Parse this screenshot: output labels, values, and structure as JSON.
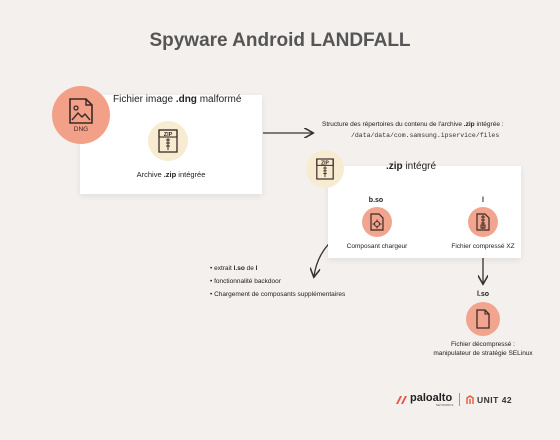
{
  "title": "Spyware Android LANDFALL",
  "card1": {
    "heading_pre": "Fichier image ",
    "heading_bold": ".dng",
    "heading_post": " malformé",
    "dng_label": "DNG",
    "zip_icon_label": "ZIP",
    "archive_pre": "Archive ",
    "archive_bold": ".zip",
    "archive_post": " intégrée"
  },
  "structure": {
    "line1_pre": "Structure des répertoires du contenu de l'archive ",
    "line1_bold": ".zip",
    "line1_post": " intégrée :",
    "path": "/data/data/com.samsung.ipservice/files"
  },
  "card2": {
    "zip_icon_label": "ZIP",
    "heading_bold": ".zip",
    "heading_post": " intégré",
    "bso_name": "b.so",
    "bso_desc": "Composant chargeur",
    "l_name": "l",
    "l_desc": "Fichier compressé XZ"
  },
  "bullets": {
    "item1_pre": "extrait ",
    "item1_bold": "l.so",
    "item1_mid": " de ",
    "item1_bold2": "l",
    "item2": "fonctionnalité backdoor",
    "item3": "Chargement de composants supplémentaires"
  },
  "lso": {
    "name": "l.so",
    "desc_line1": "Fichier décompressé :",
    "desc_line2": "manipulateur de stratégie SELinux"
  },
  "footer": {
    "brand1": "paloalto",
    "brand1_sub": "NETWORKS",
    "brand2": "UNIT 42"
  },
  "colors": {
    "salmon": "#f3a088",
    "cream": "#f7ecd2",
    "accent": "#e8543a"
  },
  "icons": [
    "image-file-icon",
    "zip-file-icon",
    "loader-file-icon",
    "compressed-file-icon",
    "document-icon",
    "paloalto-logo-icon",
    "unit42-logo-icon"
  ]
}
